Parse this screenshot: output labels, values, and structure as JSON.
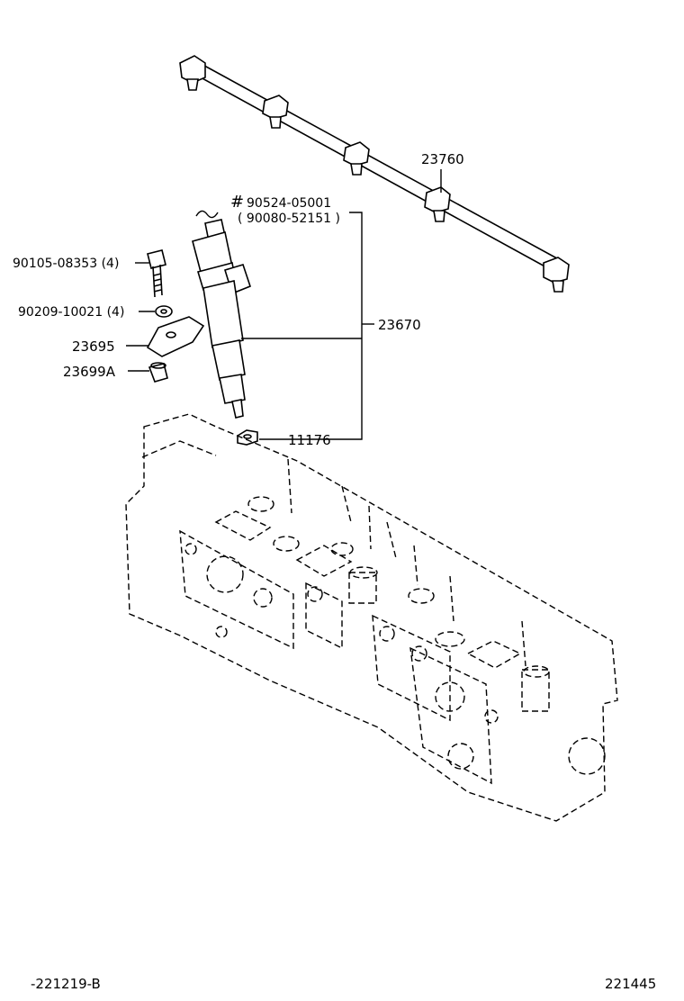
{
  "callouts": {
    "rail": "23760",
    "washer_hash": "#",
    "washer_part": "90524-05001",
    "washer_alt": "( 90080-52151 )",
    "bolt": "90105-08353 (4)",
    "washer_small": "90209-10021 (4)",
    "clamp": "23695",
    "collar": "23699A",
    "injector": "23670",
    "gasket": "11176"
  },
  "footer": {
    "left_code": "-221219-B",
    "right_code": "221445"
  }
}
